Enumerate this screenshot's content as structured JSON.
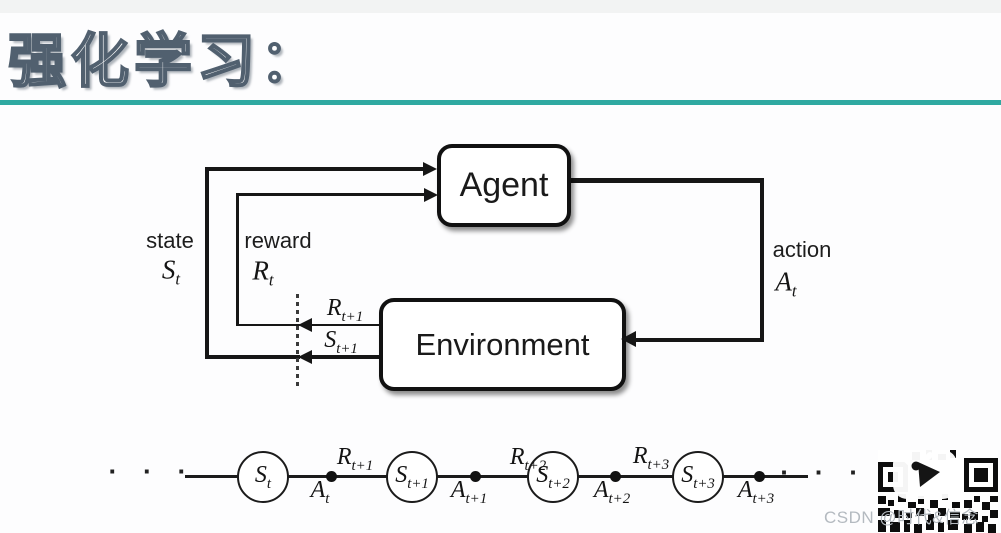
{
  "page": {
    "background": "#fdfdfe",
    "accent_teal": "#2fa9a1",
    "ink": "#1a1a1a",
    "watermark_gray": "#b4bac0"
  },
  "header": {
    "title": "强化学习："
  },
  "rl_diagram": {
    "agent_label": "Agent",
    "environment_label": "Environment",
    "state": {
      "word": "state",
      "base": "S",
      "sub": "t"
    },
    "reward": {
      "word": "reward",
      "base": "R",
      "sub": "t"
    },
    "action": {
      "word": "action",
      "base": "A",
      "sub": "t"
    },
    "feedback_reward": {
      "base": "R",
      "sub": "t+1"
    },
    "feedback_state": {
      "base": "S",
      "sub": "t+1"
    }
  },
  "trajectory": {
    "ellipsis_left": "· · ·",
    "ellipsis_right": "· · · ·",
    "states": [
      {
        "base": "S",
        "sub": "t"
      },
      {
        "base": "S",
        "sub": "t+1"
      },
      {
        "base": "S",
        "sub": "t+2"
      },
      {
        "base": "S",
        "sub": "t+3"
      }
    ],
    "actions": [
      {
        "base": "A",
        "sub": "t"
      },
      {
        "base": "A",
        "sub": "t+1"
      },
      {
        "base": "A",
        "sub": "t+2"
      },
      {
        "base": "A",
        "sub": "t+3"
      }
    ],
    "rewards": [
      {
        "base": "R",
        "sub": "t+1"
      },
      {
        "base": "R",
        "sub": "t+2"
      },
      {
        "base": "R",
        "sub": "t+3"
      }
    ]
  },
  "watermark": {
    "text": "CSDN @时代&信念"
  },
  "icons": {
    "qr_code": "qr-code",
    "tv_play": "tv-play-icon"
  }
}
